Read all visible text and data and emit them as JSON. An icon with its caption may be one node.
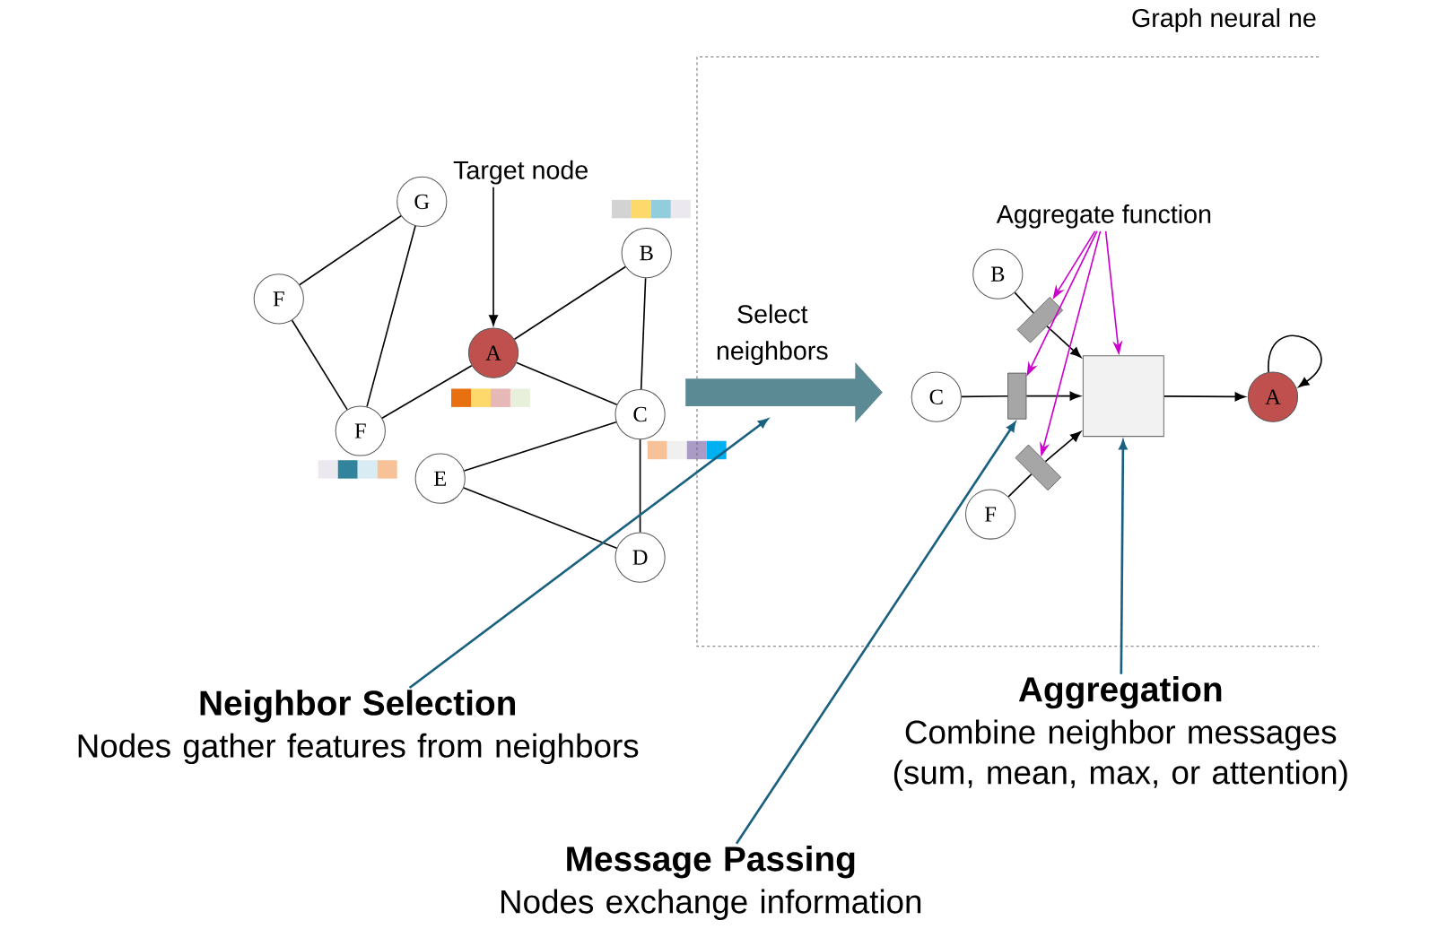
{
  "diagram": {
    "nodes": [
      {
        "text": [
          "G"
        ]
      },
      {
        "text": [
          "F"
        ]
      },
      {
        "text": [
          "A"
        ]
      },
      {
        "text": [
          "B"
        ]
      },
      {
        "text": [
          "F"
        ]
      },
      {
        "text": [
          "C"
        ]
      },
      {
        "text": [
          "E"
        ]
      },
      {
        "text": [
          "D"
        ]
      },
      {
        "text": [
          "Target node"
        ]
      },
      {
        "text": [
          "Graph neural ne"
        ]
      },
      {
        "text": [
          "Aggregate function"
        ],
        "in": 9
      },
      {
        "text": [
          "B"
        ],
        "in": 9
      },
      {
        "text": [
          "C"
        ],
        "in": 9
      },
      {
        "text": [
          "F"
        ],
        "in": 9
      },
      {
        "text": [],
        "shape": "bar",
        "in": 9
      },
      {
        "text": [],
        "shape": "bar",
        "in": 9
      },
      {
        "text": [],
        "shape": "bar",
        "in": 9
      },
      {
        "text": [],
        "shape": "box",
        "in": 9
      },
      {
        "text": [
          "A"
        ],
        "in": 9
      },
      {
        "text": [
          "Neighbor Selection",
          "Nodes gather features from neighbors"
        ]
      },
      {
        "text": [
          "Message Passing",
          "Nodes exchange information"
        ]
      },
      {
        "text": [
          "Aggregation",
          "Combine neighbor messages (sum, mean, max, or attention)"
        ]
      }
    ],
    "edges": [
      {
        "from": 0,
        "to": 1,
        "arrow": "none"
      },
      {
        "from": 0,
        "to": 4,
        "arrow": "none"
      },
      {
        "from": 1,
        "to": 4,
        "arrow": "none"
      },
      {
        "from": 4,
        "to": 2,
        "arrow": "none"
      },
      {
        "from": 2,
        "to": 3,
        "arrow": "none"
      },
      {
        "from": 2,
        "to": 5,
        "arrow": "none"
      },
      {
        "from": 3,
        "to": 5,
        "arrow": "none"
      },
      {
        "from": 5,
        "to": 6,
        "arrow": "none"
      },
      {
        "from": 5,
        "to": 7,
        "arrow": "none"
      },
      {
        "from": 6,
        "to": 7,
        "arrow": "none"
      },
      {
        "from": 8,
        "to": 2,
        "arrow": "to"
      },
      {
        "from": 11,
        "to": 14,
        "arrow": "none"
      },
      {
        "from": 14,
        "to": 17,
        "arrow": "to"
      },
      {
        "from": 12,
        "to": 15,
        "arrow": "none"
      },
      {
        "from": 15,
        "to": 17,
        "arrow": "to"
      },
      {
        "from": 13,
        "to": 16,
        "arrow": "none"
      },
      {
        "from": 16,
        "to": 17,
        "arrow": "to"
      },
      {
        "from": 17,
        "to": 18,
        "arrow": "to"
      },
      {
        "from": 18,
        "to": 18,
        "arrow": "to"
      },
      {
        "from": 10,
        "to": 14,
        "arrow": "to",
        "color": "#cc00cc"
      },
      {
        "from": 10,
        "to": 15,
        "arrow": "to",
        "color": "#cc00cc"
      },
      {
        "from": 10,
        "to": 16,
        "arrow": "to",
        "color": "#cc00cc"
      },
      {
        "from": 10,
        "to": 17,
        "arrow": "to",
        "color": "#cc00cc"
      },
      {
        "from": 19,
        "to": null,
        "arrow": "to",
        "color": "#1a6080"
      },
      {
        "from": 20,
        "to": 15,
        "arrow": "to",
        "color": "#1a6080"
      },
      {
        "from": 21,
        "to": 17,
        "arrow": "to",
        "color": "#1a6080"
      },
      {
        "from": 5,
        "to": 12,
        "arrow": "to",
        "label": "Select neighbors",
        "style": "thick",
        "color": "#5b8a94"
      }
    ]
  }
}
